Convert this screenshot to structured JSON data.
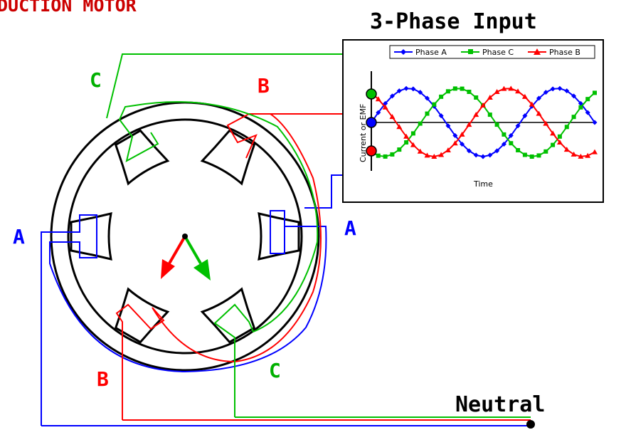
{
  "title": "DUCTION MOTOR",
  "input_title": "3-Phase Input",
  "neutral_label": "Neutral",
  "pole_labels": {
    "a_left": "A",
    "a_right": "A",
    "b_top": "B",
    "b_bottom": "B",
    "c_top": "C",
    "c_bottom": "C"
  },
  "colors": {
    "phase_a": "#0000ff",
    "phase_b": "#ff0000",
    "phase_c": "#00c000",
    "label_a": "#0000ff",
    "label_b": "#ff0000",
    "label_c": "#00b000",
    "text": "#000000"
  },
  "chart_data": {
    "type": "line",
    "title": "",
    "xlabel": "Time",
    "ylabel": "Current or EMF",
    "legend_position": "top",
    "grid": false,
    "series": [
      {
        "name": "Phase A",
        "color": "#0000ff",
        "marker": "diamond",
        "phase_deg": 0
      },
      {
        "name": "Phase C",
        "color": "#00c000",
        "marker": "square",
        "phase_deg": 120
      },
      {
        "name": "Phase B",
        "color": "#ff0000",
        "marker": "triangle",
        "phase_deg": 240
      }
    ]
  }
}
